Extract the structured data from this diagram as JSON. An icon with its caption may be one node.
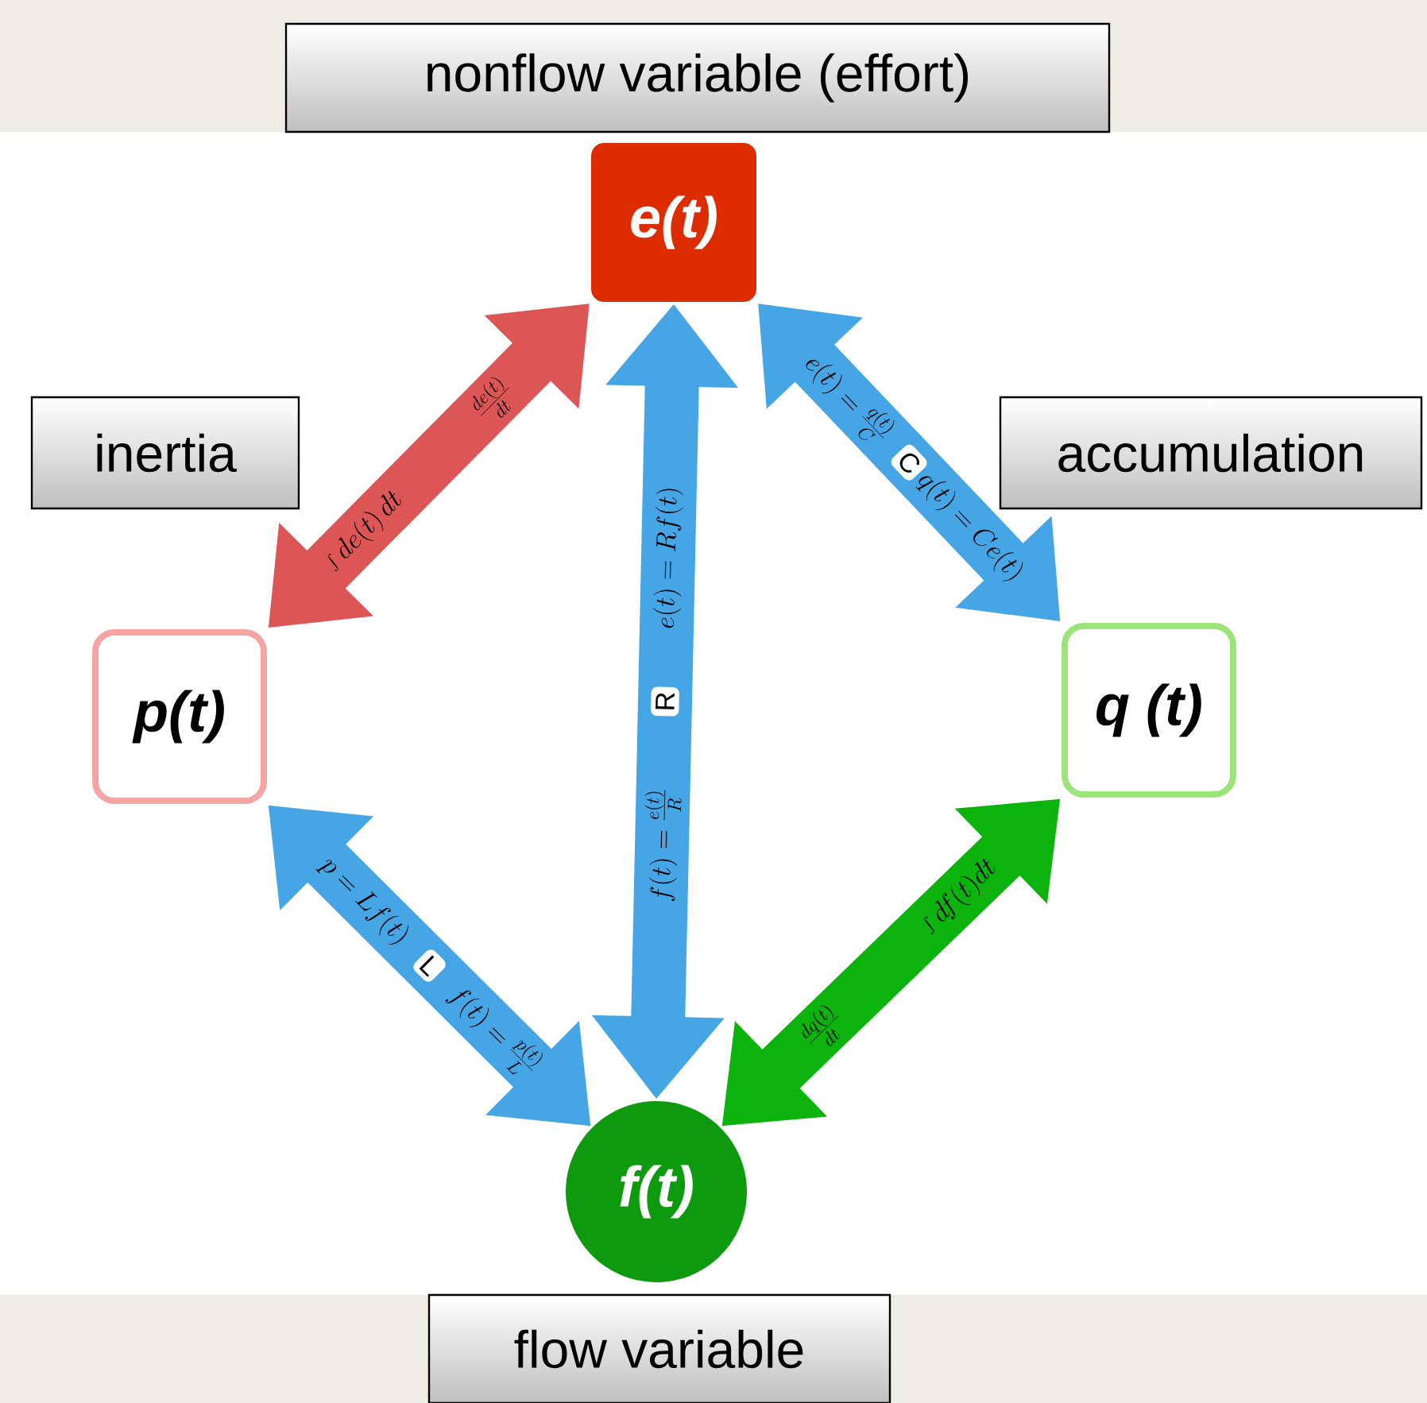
{
  "diagram": {
    "nodes": [
      {
        "text": [
          "nonflow variable (effort)"
        ]
      },
      {
        "text": [
          "e(t)"
        ]
      },
      {
        "text": [
          "inertia"
        ]
      },
      {
        "text": [
          "accumulation"
        ]
      },
      {
        "text": [
          "p(t)"
        ]
      },
      {
        "text": [
          "q (t)"
        ]
      },
      {
        "text": [
          "f(t)"
        ]
      },
      {
        "text": [
          "flow variable"
        ]
      }
    ],
    "edges": [
      {
        "from": 4,
        "to": 1,
        "arrow": "both",
        "color": "#dc5656"
      },
      {
        "from": 1,
        "to": 6,
        "arrow": "both",
        "label": "R"
      },
      {
        "from": 1,
        "to": 5,
        "arrow": "both",
        "label": "C"
      },
      {
        "from": 4,
        "to": 6,
        "arrow": "both",
        "label": "L"
      },
      {
        "from": 5,
        "to": 6,
        "arrow": "both",
        "color": "#0db30d"
      }
    ],
    "labels": [
      "\\int de(t)\\,dt",
      "\\frac{de(t)}{dt}",
      "e(t)=Rf(t)",
      "f(t)=\\frac{e(t)}{R}",
      "e(t)=\\frac{q(t)}{C}",
      "q(t)=Ce(t)",
      "p=Lf(t)",
      "f(t)=\\frac{p(t)}{L}",
      "\\int df(t)dt",
      "\\frac{dq(t)}{dt}"
    ]
  }
}
